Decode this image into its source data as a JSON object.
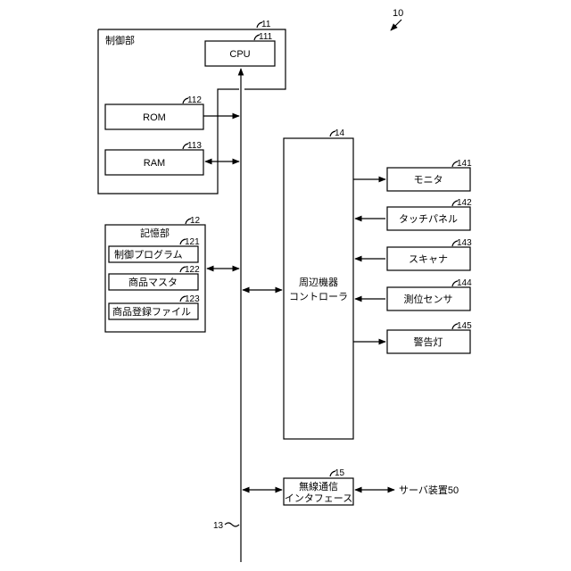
{
  "figure_ref": "10",
  "control_unit": {
    "ref": "11",
    "label": "制御部",
    "cpu": {
      "ref": "111",
      "label": "CPU"
    },
    "rom": {
      "ref": "112",
      "label": "ROM"
    },
    "ram": {
      "ref": "113",
      "label": "RAM"
    }
  },
  "storage": {
    "ref": "12",
    "label": "記憶部",
    "items": [
      {
        "ref": "121",
        "label": "制御プログラム"
      },
      {
        "ref": "122",
        "label": "商品マスタ"
      },
      {
        "ref": "123",
        "label": "商品登録ファイル"
      }
    ]
  },
  "bus": {
    "ref": "13"
  },
  "peripheral_controller": {
    "ref": "14",
    "label_line1": "周辺機器",
    "label_line2": "コントローラ"
  },
  "devices": [
    {
      "ref": "141",
      "label": "モニタ"
    },
    {
      "ref": "142",
      "label": "タッチパネル"
    },
    {
      "ref": "143",
      "label": "スキャナ"
    },
    {
      "ref": "144",
      "label": "測位センサ"
    },
    {
      "ref": "145",
      "label": "警告灯"
    }
  ],
  "wireless": {
    "ref": "15",
    "label_line1": "無線通信",
    "label_line2": "インタフェース"
  },
  "server": {
    "label": "サーバ装置50"
  }
}
